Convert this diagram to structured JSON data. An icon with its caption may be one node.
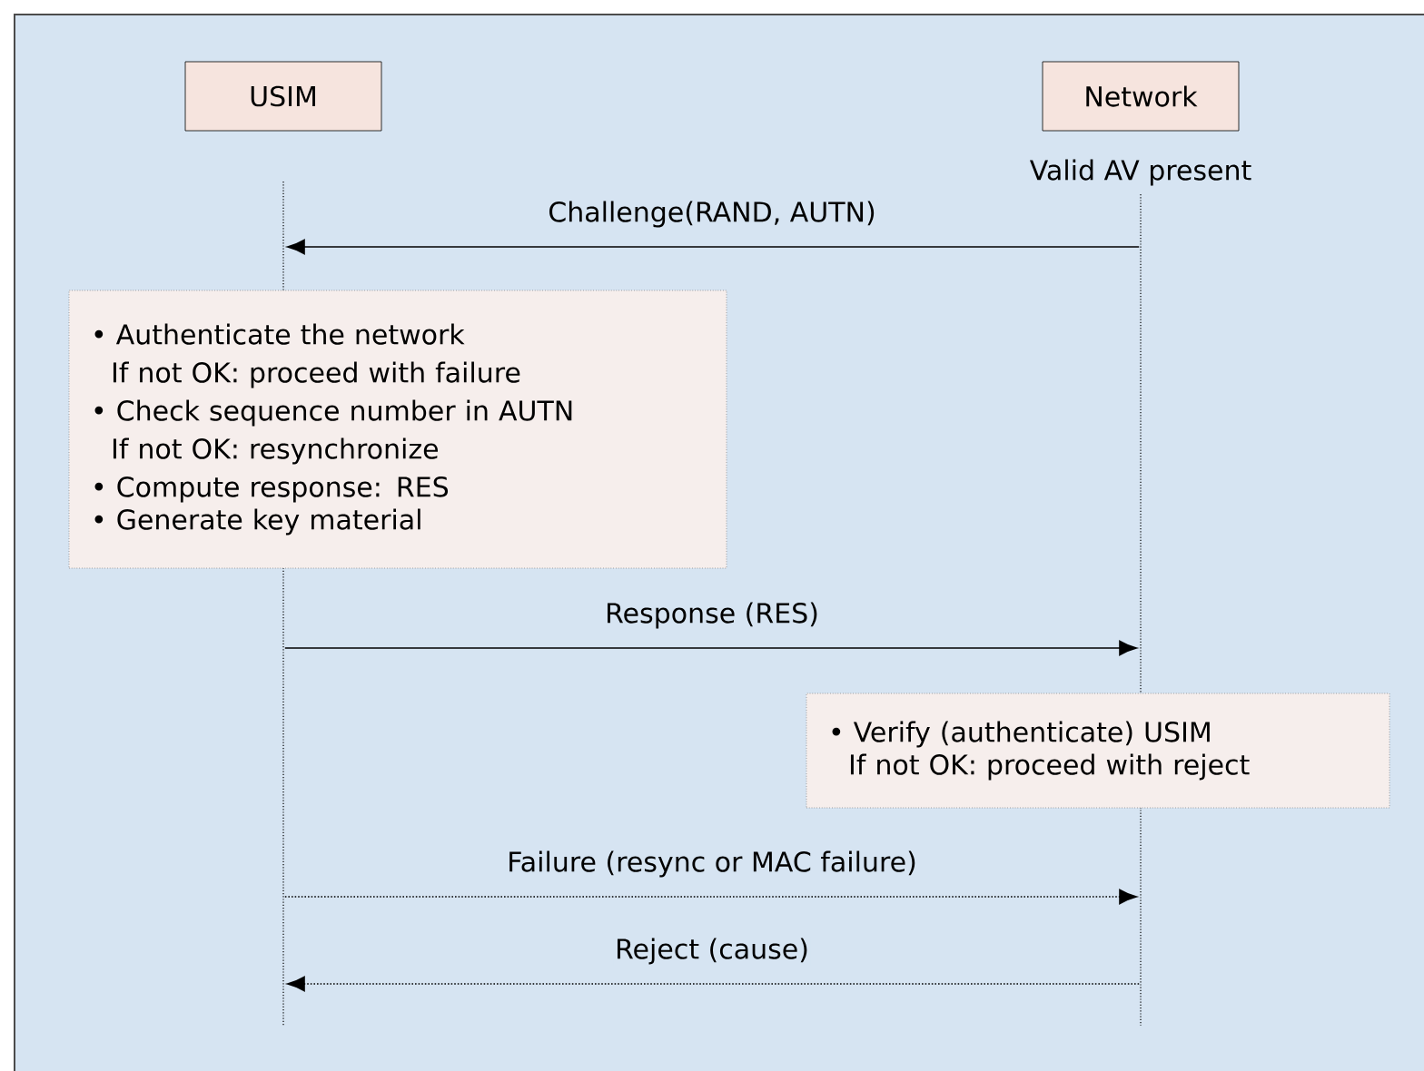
{
  "diagram": {
    "nodes": [
      {
        "text": [
          "USIM"
        ]
      },
      {
        "text": [
          "Network"
        ]
      },
      {
        "text": [
          "• Authenticate the network",
          "If not OK: proceed with failure",
          "• Check sequence number in AUTN",
          "If not OK: resynchronize",
          "• Compute response: RES",
          "• Generate key material"
        ]
      },
      {
        "text": [
          "• Verify (authenticate) USIM",
          "If not OK: proceed with reject"
        ]
      },
      {
        "text": [],
        "shape": "line"
      },
      {
        "text": [],
        "shape": "line",
        "beside": [
          "Valid AV present"
        ]
      }
    ],
    "edges": [
      {
        "from": 5,
        "to": 4,
        "arrow": "to",
        "label": "Challenge(RAND, AUTN)"
      },
      {
        "from": 4,
        "to": 5,
        "arrow": "to",
        "label": "Response (RES)"
      },
      {
        "from": 4,
        "to": 5,
        "arrow": "to",
        "label": "Failure (resync or MAC failure)",
        "style": "dashed"
      },
      {
        "from": 5,
        "to": 4,
        "arrow": "to",
        "label": "Reject (cause)",
        "style": "dashed"
      }
    ]
  }
}
